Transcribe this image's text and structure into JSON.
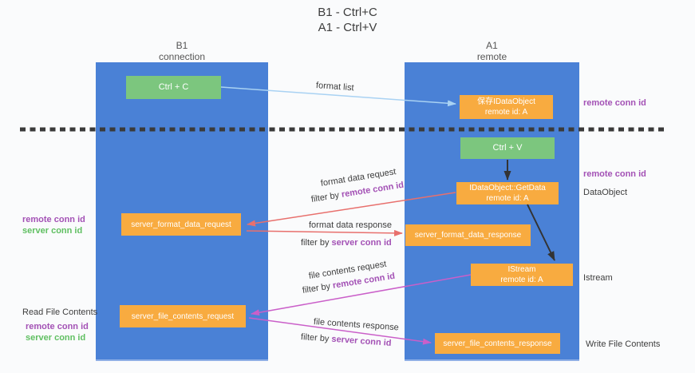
{
  "title": {
    "line1": "B1 - Ctrl+C",
    "line2": "A1 - Ctrl+V"
  },
  "columns": {
    "left": {
      "name": "B1",
      "role": "connection"
    },
    "right": {
      "name": "A1",
      "role": "remote"
    }
  },
  "nodes": {
    "ctrl_c": {
      "label": "Ctrl + C"
    },
    "ctrl_v": {
      "label": "Ctrl + V"
    },
    "saved_idataobject": {
      "line1": "保存IDataObject",
      "line2": "remote id: A"
    },
    "idataobject_getdata": {
      "line1": "IDataObject::GetData",
      "line2": "remote id: A"
    },
    "istream": {
      "line1": "IStream",
      "line2": "remote id: A"
    },
    "server_format_data_request": {
      "label": "server_format_data_request"
    },
    "server_format_data_response": {
      "label": "server_format_data_response"
    },
    "server_file_contents_request": {
      "label": "server_file_contents_request"
    },
    "server_file_contents_response": {
      "label": "server_file_contents_response"
    }
  },
  "flow_labels": {
    "format_list": "format list",
    "format_data_request": "format data request",
    "format_data_response": "format data response",
    "file_contents_request": "file contents request",
    "file_contents_response": "file contents response",
    "filter_by": "filter by"
  },
  "annotations": {
    "remote_conn_id": "remote conn id",
    "server_conn_id": "server conn id",
    "dataobject": "DataObject",
    "istream": "Istream",
    "read_file_contents": "Read File Contents",
    "write_file_contents": "Write File Contents"
  },
  "colors": {
    "column_blue": "#4a81d6",
    "node_green": "#7cc67e",
    "node_orange": "#f8ab40",
    "remote_conn_purple": "#a351b5",
    "server_conn_green": "#5fbf61",
    "arrow_red": "#e8706d",
    "arrow_magenta": "#ca5fc9",
    "arrow_light_blue": "#a9d2f3",
    "arrow_black": "#333333",
    "divider_black": "#3a3a3a"
  }
}
